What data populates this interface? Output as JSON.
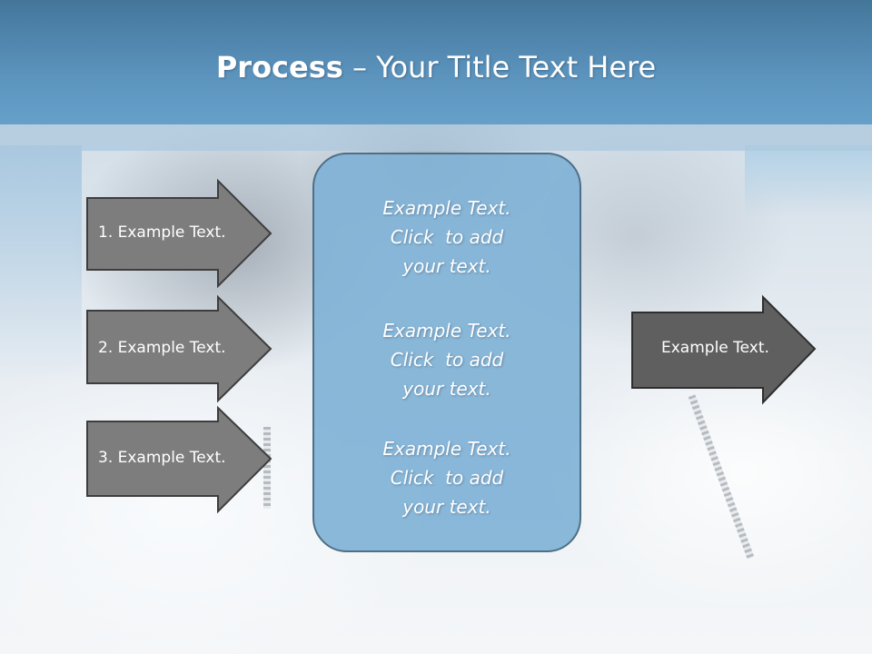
{
  "title": {
    "bold": "Process",
    "rest": " – Your Title Text Here"
  },
  "left_arrows": [
    {
      "label": "1. Example Text."
    },
    {
      "label": "2. Example Text."
    },
    {
      "label": "3. Example Text."
    }
  ],
  "center_box": {
    "blocks": [
      {
        "line1": "Example Text.",
        "line2": "Click  to add",
        "line3": "your text."
      },
      {
        "line1": "Example Text.",
        "line2": "Click  to add",
        "line3": "your text."
      },
      {
        "line1": "Example Text.",
        "line2": "Click  to add",
        "line3": "your text."
      }
    ]
  },
  "right_arrow": {
    "label": "Example Text."
  },
  "colors": {
    "header": "#5b93bd",
    "arrow_fill": "#7d7d7d",
    "right_arrow_fill": "#5f5f5f",
    "center_box": "#80b2d6"
  }
}
